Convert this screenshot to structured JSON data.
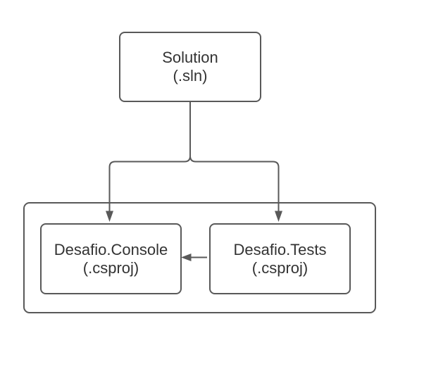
{
  "diagram": {
    "nodes": {
      "solution": {
        "line1": "Solution",
        "line2": "(.sln)"
      },
      "console": {
        "line1": "Desafio.Console",
        "line2": "(.csproj)"
      },
      "tests": {
        "line1": "Desafio.Tests",
        "line2": "(.csproj)"
      }
    },
    "edges": [
      {
        "from": "solution",
        "to": "console",
        "style": "orthogonal-arrow"
      },
      {
        "from": "solution",
        "to": "tests",
        "style": "orthogonal-arrow"
      },
      {
        "from": "tests",
        "to": "console",
        "style": "straight-arrow"
      }
    ],
    "colors": {
      "stroke": "#595959",
      "text": "#333333",
      "background": "#ffffff"
    }
  }
}
